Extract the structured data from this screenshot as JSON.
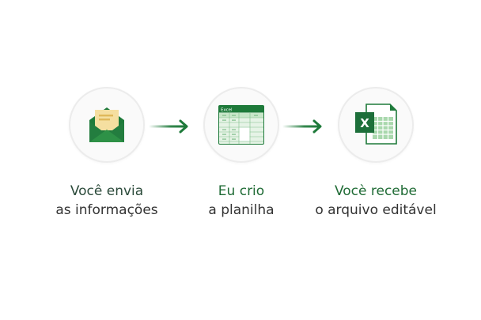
{
  "steps": [
    {
      "icon": "envelope-open-icon",
      "title": "Você envia",
      "subtitle": "as informações"
    },
    {
      "icon": "spreadsheet-icon",
      "icon_label": "Excel",
      "title": "Eu crio",
      "subtitle": "a planilha"
    },
    {
      "icon": "excel-file-icon",
      "icon_label": "X",
      "title": "Vocè recebe",
      "subtitle": "o arquivo editável"
    }
  ],
  "colors": {
    "brand_green": "#1f6b35",
    "dark_green": "#2b4a3a",
    "text_dark": "#333333",
    "paper_yellow": "#f5dfa0",
    "light_green": "#c8e6c9"
  }
}
